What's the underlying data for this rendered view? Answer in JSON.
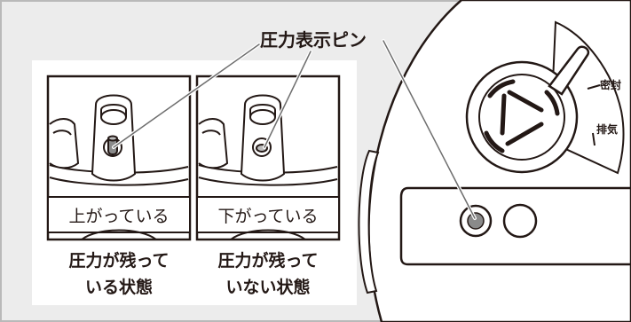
{
  "callout_label": "圧力表示ピン",
  "panel_left": {
    "caption": "上がっている",
    "description": [
      "圧力が残って",
      "いる状態"
    ]
  },
  "panel_right": {
    "caption": "下がっている",
    "description": [
      "圧力が残って",
      "いない状態"
    ]
  },
  "valve_labels": {
    "sealed": "密封",
    "exhaust": "排気"
  },
  "colors": {
    "background_panel": "#ececec",
    "frame": "#b9b9b9",
    "line": "#231815",
    "pin": "#8a8a8a",
    "leader": "#6e6e6e"
  }
}
